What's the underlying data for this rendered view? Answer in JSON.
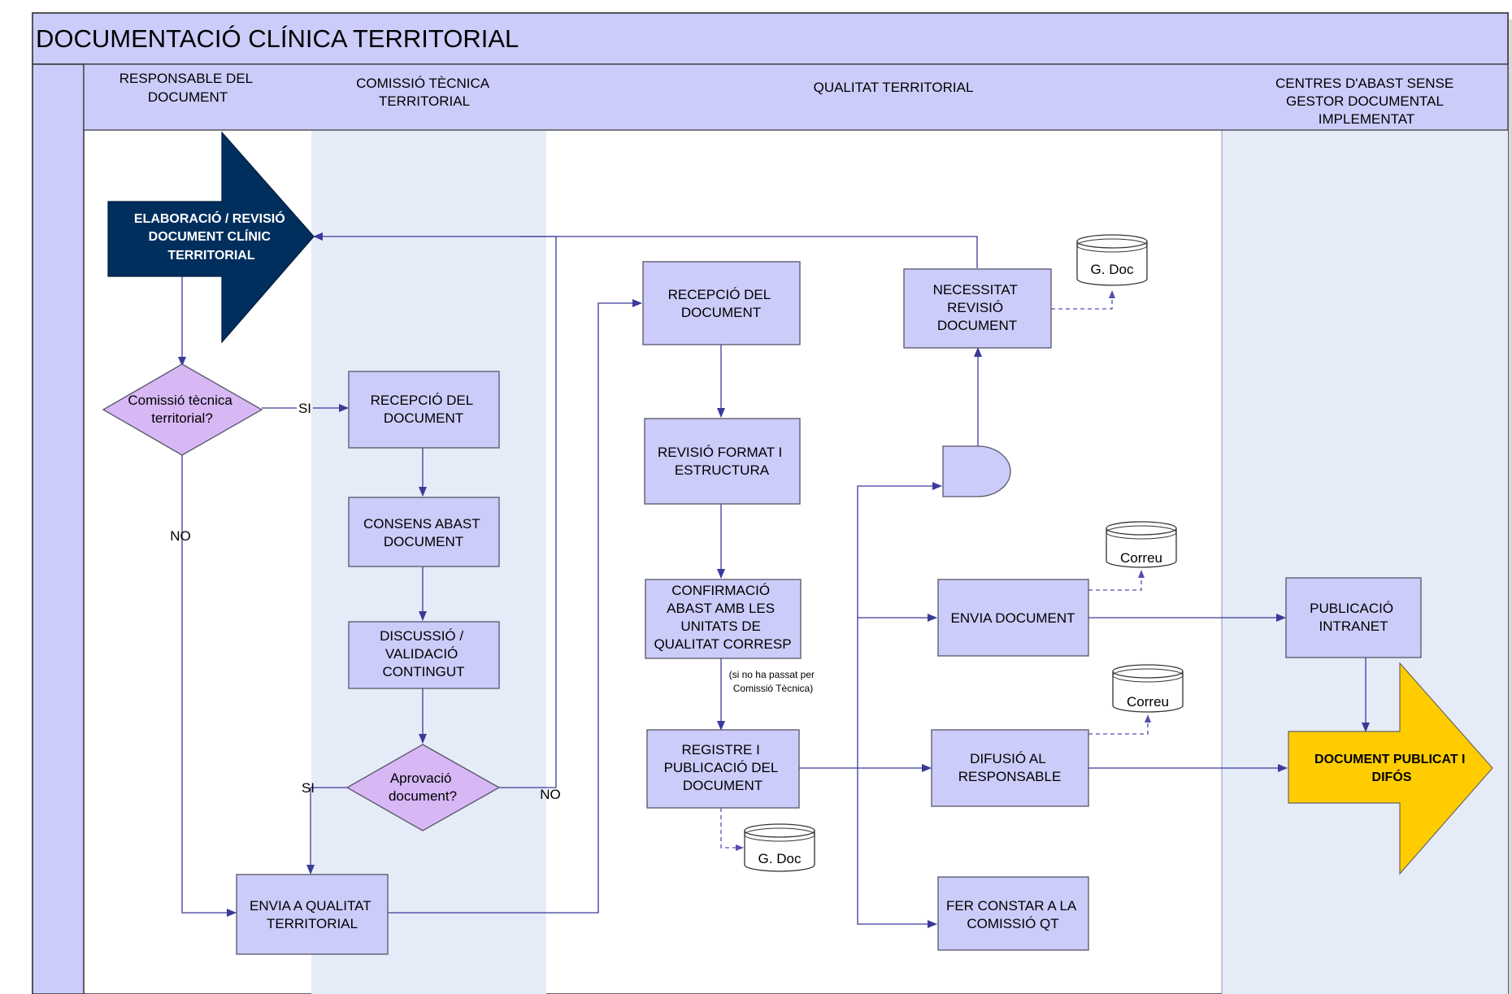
{
  "title": "DOCUMENTACIÓ CLÍNICA TERRITORIAL",
  "lanes": [
    {
      "id": "responsable",
      "lines": [
        "RESPONSABLE DEL",
        "DOCUMENT"
      ]
    },
    {
      "id": "comissio",
      "lines": [
        "COMISSIÓ TÈCNICA",
        "TERRITORIAL"
      ]
    },
    {
      "id": "qualitat",
      "lines": [
        "QUALITAT TERRITORIAL"
      ]
    },
    {
      "id": "centres",
      "lines": [
        "CENTRES D'ABAST SENSE",
        "GESTOR DOCUMENTAL",
        "IMPLEMENTAT"
      ]
    }
  ],
  "start_arrow": {
    "lines": [
      "ELABORACIÓ / REVISIÓ",
      "DOCUMENT CLÍNIC",
      "TERRITORIAL"
    ]
  },
  "end_arrow": {
    "lines": [
      "DOCUMENT PUBLICAT I",
      "DIFÓS"
    ]
  },
  "decisions": {
    "comissio_tecnica": {
      "lines": [
        "Comissió tècnica",
        "territorial?"
      ]
    },
    "aprovacio": {
      "lines": [
        "Aprovació",
        "document?"
      ]
    }
  },
  "processes": {
    "recepcio_comissio": {
      "lines": [
        "RECEPCIÓ DEL",
        "DOCUMENT"
      ]
    },
    "consens": {
      "lines": [
        "CONSENS ABAST",
        "DOCUMENT"
      ]
    },
    "discussio": {
      "lines": [
        "DISCUSSIÓ /",
        "VALIDACIÓ",
        "CONTINGUT"
      ]
    },
    "envia_qualitat": {
      "lines": [
        "ENVIA A QUALITAT",
        "TERRITORIAL"
      ]
    },
    "recepcio_qualitat": {
      "lines": [
        "RECEPCIÓ DEL",
        "DOCUMENT"
      ]
    },
    "revisio_format": {
      "lines": [
        "REVISIÓ FORMAT I",
        "ESTRUCTURA"
      ]
    },
    "confirmacio": {
      "lines": [
        "CONFIRMACIÓ",
        "ABAST AMB LES",
        "UNITATS DE",
        "QUALITAT CORRESP"
      ]
    },
    "registre": {
      "lines": [
        "REGISTRE I",
        "PUBLICACIÓ DEL",
        "DOCUMENT"
      ]
    },
    "necessitat": {
      "lines": [
        "NECESSITAT",
        "REVISIÓ",
        "DOCUMENT"
      ]
    },
    "envia_document": {
      "lines": [
        "ENVIA DOCUMENT"
      ]
    },
    "difusio": {
      "lines": [
        "DIFUSIÓ AL",
        "RESPONSABLE"
      ]
    },
    "fer_constar": {
      "lines": [
        "FER CONSTAR A LA",
        "COMISSIÓ QT"
      ]
    },
    "publicacio": {
      "lines": [
        "PUBLICACIÓ",
        "INTRANET"
      ]
    }
  },
  "datastores": {
    "gdoc_top": "G. Doc",
    "correu_1": "Correu",
    "correu_2": "Correu",
    "gdoc_bottom": "G. Doc"
  },
  "labels": {
    "si_1": "SI",
    "no_1": "NO",
    "si_2": "SI",
    "no_2": "NO",
    "note": [
      "(si no ha passat per",
      "Comissió Tècnica)"
    ]
  },
  "colors": {
    "header_fill": "#ccccfa",
    "lane_shade": "#e6ecf7",
    "process_fill": "#ccccfa",
    "decision_fill": "#d7b8f5",
    "start_fill": "#002f5e",
    "end_fill": "#ffcc00",
    "connector": "#3a3a9a"
  }
}
